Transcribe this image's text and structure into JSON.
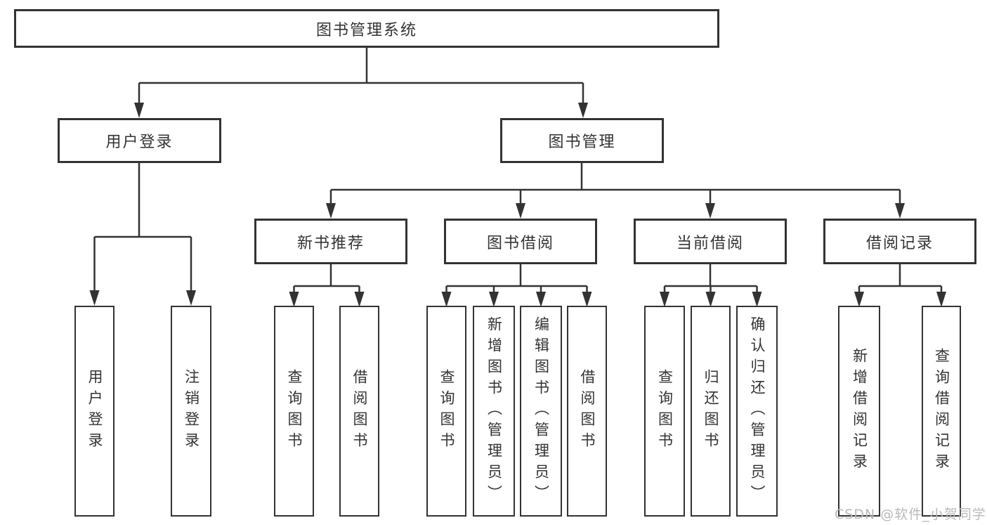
{
  "colors": {
    "line": "#333333",
    "box_border": "#333333",
    "text": "#333333",
    "watermark_text": "#b9b9b9",
    "background": "#ffffff"
  },
  "diagram": {
    "title": "图书管理系统",
    "children": [
      {
        "label": "用户登录",
        "children": [
          {
            "label": "用户登录"
          },
          {
            "label": "注销登录"
          }
        ]
      },
      {
        "label": "图书管理",
        "children": [
          {
            "label": "新书推荐",
            "children": [
              {
                "label": "查询图书"
              },
              {
                "label": "借阅图书"
              }
            ]
          },
          {
            "label": "图书借阅",
            "children": [
              {
                "label": "查询图书"
              },
              {
                "label": "新增图书（管理员）"
              },
              {
                "label": "编辑图书（管理员）"
              },
              {
                "label": "借阅图书"
              }
            ]
          },
          {
            "label": "当前借阅",
            "children": [
              {
                "label": "查询图书"
              },
              {
                "label": "归还图书"
              },
              {
                "label": "确认归还（管理员）"
              }
            ]
          },
          {
            "label": "借阅记录",
            "children": [
              {
                "label": "新增借阅记录"
              },
              {
                "label": "查询借阅记录"
              }
            ]
          }
        ]
      }
    ]
  },
  "watermark": {
    "text": "CSDN @软件_小贺同学"
  }
}
